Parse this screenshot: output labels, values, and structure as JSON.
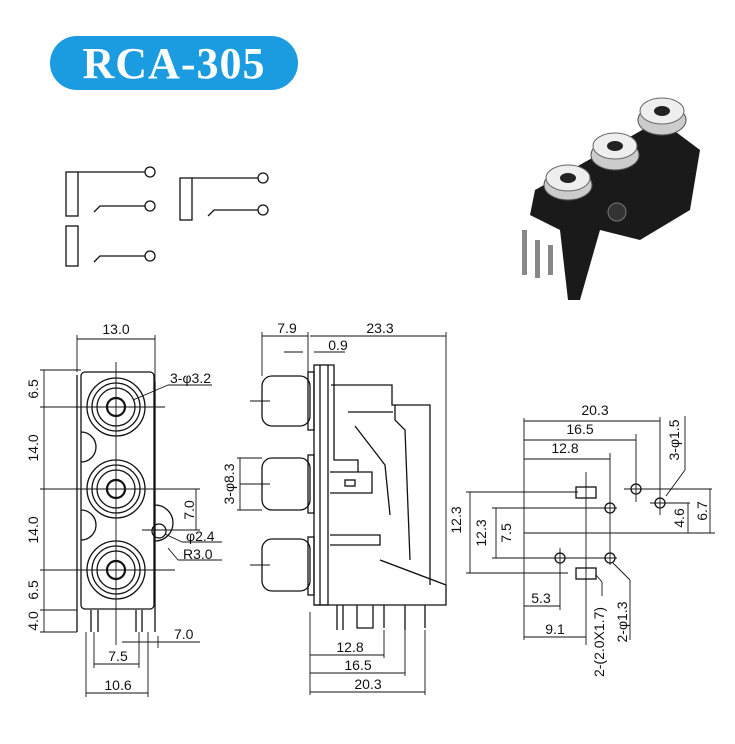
{
  "title": "RCA-305",
  "colors": {
    "badge": "#1b9be0",
    "line": "#111111"
  },
  "front_view": {
    "width": "13.0",
    "top_margin": "6.5",
    "pitch_1": "14.0",
    "pitch_2": "14.0",
    "bottom_margin": "6.5",
    "pin_height": "4.0",
    "hole_label": "3-φ3.2",
    "mount_offset": "7.0",
    "mount_hole": "φ2.4",
    "mount_radius": "R3.0",
    "pin_offset": "7.0",
    "pin_span_1": "7.5",
    "pin_span_2": "10.6"
  },
  "side_view": {
    "jack_length": "7.9",
    "depth": "23.3",
    "panel": "0.9",
    "jack_diameter": "3-φ8.3",
    "height": "12.3",
    "pin_1": "12.8",
    "pin_2": "16.5",
    "pin_3": "20.3"
  },
  "footprint": {
    "d1": "20.3",
    "d2": "16.5",
    "d3": "12.8",
    "holes_small": "3-φ1.5",
    "h1": "4.6",
    "h2": "6.7",
    "v1": "12.3",
    "v2": "7.5",
    "b1": "5.3",
    "b2": "9.1",
    "slots": "2-(2.0X1.7)",
    "holes_pins": "2-φ1.3"
  }
}
